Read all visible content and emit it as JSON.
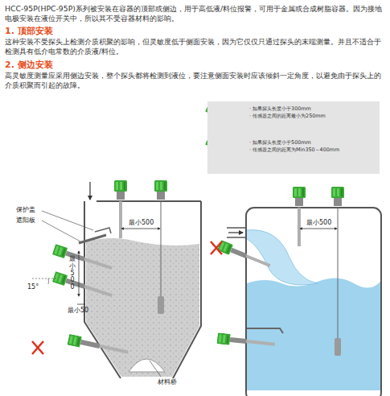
{
  "diagram": {
    "nodes": [
      {
        "text": [
          "· 如果探头长度小于300mm",
          "· 传感器之间的距离最小为250mm",
          "· 如果探头长度小于500mm",
          "· 传感器之间的距离为Min350～400mm"
        ]
      }
    ],
    "edges": [],
    "labels": [
      "HCC-95P(HPC-95P)系列被安装在容器的顶部或侧边，用于高低液/料位报警，可用于金属或合成树脂容器。因为接地电极安装在液位开关中，所以其不受容器材料的影响。",
      "1. 顶部安装",
      "这种安装不受探头上检测介质积聚的影响，但灵敏度低于侧面安装，因为它仅仅只通过探头的末端测量。并且不适合于检测具有低介电常数的介质液/料位。",
      "2. 侧边安装",
      "高灵敏度测量应采用侧边安装，整个探头都将检测到液位，要注意侧面安装时应该倾斜一定角度，以避免由于探头上的介质积聚而引起的故障。",
      "保护盖",
      "遮阳板",
      "最小500",
      "15°",
      "最小50",
      "最小500",
      "材料桥",
      "最小500"
    ]
  }
}
